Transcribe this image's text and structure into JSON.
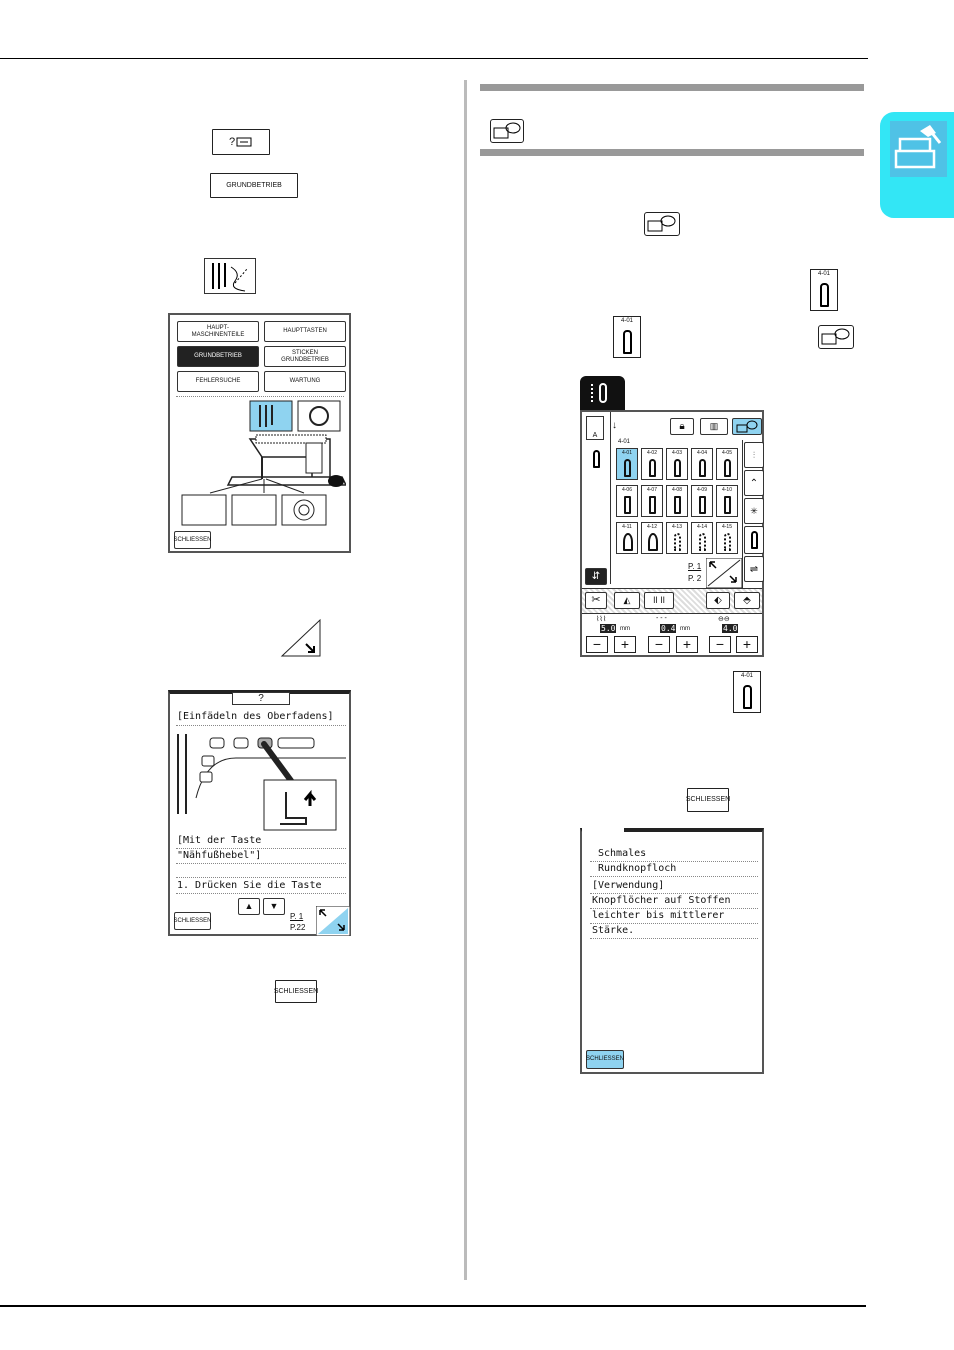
{
  "left": {
    "icon_help_label": "?",
    "btn_grundbetrieb": "GRUNDBETRIEB",
    "help_menu": {
      "buttons": [
        "HAUPT-\nMASCHINENTEILE",
        "HAUPTTASTEN",
        "GRUNDBETRIEB",
        "STICKEN\nGRUNDBETRIEB",
        "FEHLERSUCHE",
        "WARTUNG"
      ],
      "close": "SCHLIESSEN"
    },
    "guide_screen": {
      "tab": "?",
      "heading": "[Einfädeln des Oberfadens]",
      "subheading1": "[Mit der Taste",
      "subheading2": "\"Nähfußhebel\"]",
      "step": "1. Drücken Sie die Taste",
      "up": "▲",
      "down": "▼",
      "page_cur": "P. 1",
      "page_total": "P.22",
      "close": "SCHLIESSEN"
    },
    "btn_close": "SCHLIESSEN"
  },
  "right": {
    "stitch_icon_label": "4-01",
    "stitch_icon_label2": "4-01",
    "stitch_screen": {
      "category_label": "4-01",
      "stitches": [
        "4-01",
        "4-02",
        "4-03",
        "4-04",
        "4-05",
        "4-06",
        "4-07",
        "4-08",
        "4-09",
        "4-10",
        "4-11",
        "4-12",
        "4-13",
        "4-14",
        "4-15"
      ],
      "page_cur": "P. 1",
      "page_total": "P. 2",
      "width_value": "5.0",
      "width_unit": "mm",
      "length_value": "0.4",
      "length_unit": "mm",
      "tension_value": "4.0",
      "minus": "−",
      "plus": "+"
    },
    "stitch_icon_label3": "4-01",
    "btn_close": "SCHLIESSEN",
    "info_screen": {
      "lines": [
        "Schmales",
        "Rundknopfloch",
        "[Verwendung]",
        "Knopflöcher auf Stoffen",
        "leichter bis mittlerer",
        "Stärke."
      ],
      "close": "SCHLIESSEN"
    }
  },
  "colors": {
    "accent": "#33e6f5",
    "highlight": "#8fd3f0",
    "rule": "#999999"
  }
}
